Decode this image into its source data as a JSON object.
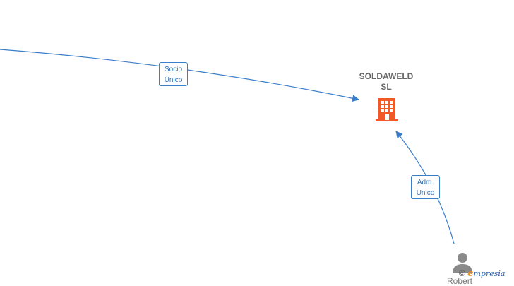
{
  "company": {
    "name_line1": "SOLDAWELD",
    "name_line2": "SL",
    "icon": "building-icon",
    "icon_color": "#f05a28"
  },
  "edges": {
    "socio": {
      "line1": "Socio",
      "line2": "Único"
    },
    "adm": {
      "line1": "Adm.",
      "line2": "Unico"
    }
  },
  "person": {
    "name": "Robert",
    "icon": "person-icon",
    "icon_color": "#8a8a8a"
  },
  "watermark": {
    "symbol": "©",
    "brand_initial": "e",
    "brand_rest": "mpresia"
  },
  "colors": {
    "edge": "#3a7dc9",
    "label_text": "#2e6fb8"
  }
}
